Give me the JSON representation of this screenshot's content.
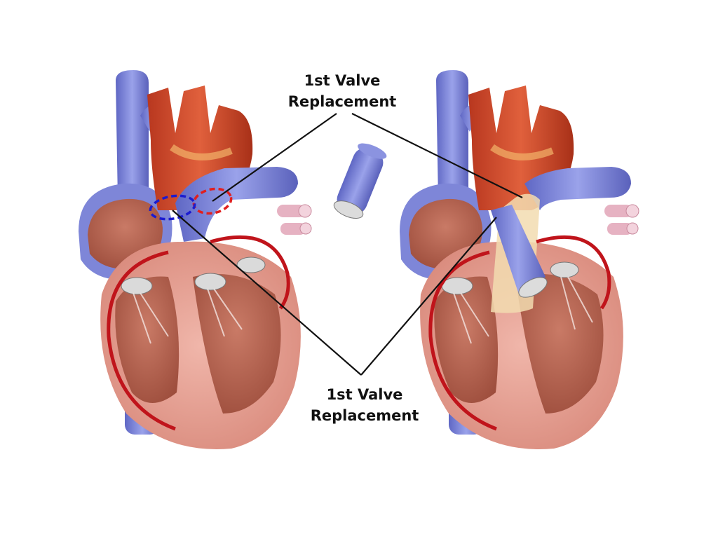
{
  "labels": {
    "top": {
      "line1": "1st Valve",
      "line2": "Replacement"
    },
    "bottom": {
      "line1": "1st Valve",
      "line2": "Replacement"
    }
  },
  "colors": {
    "aorta": "#c8442a",
    "vein": "#7e86d8",
    "muscle": "#e79e92",
    "muscle_dark": "#b9624f",
    "coronary": "#c0141b",
    "valve": "#d8d8d8",
    "graft": "#f2dcb0",
    "marker_red": "#e01f1f",
    "marker_blue": "#1b1bd0",
    "line": "#111111"
  },
  "icons": {
    "left_heart": "heart-cross-section-icon",
    "right_heart": "heart-with-graft-icon",
    "implant": "valve-conduit-icon"
  }
}
